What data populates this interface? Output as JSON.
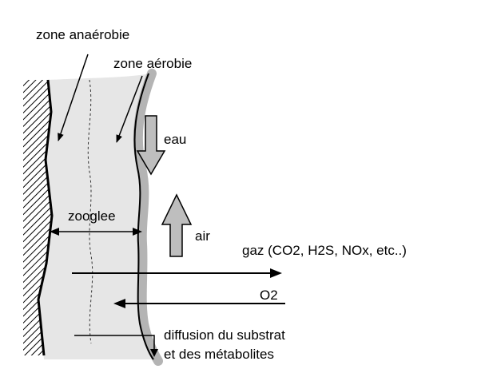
{
  "labels": {
    "anaerobic_zone": "zone anaérobie",
    "aerobic_zone": "zone aérobie",
    "water": "eau",
    "zoogloea": "zooglee",
    "air": "air",
    "gas": "gaz (CO2, H2S, NOx, etc..)",
    "oxygen": "O2",
    "diffusion_line1": "diffusion du substrat",
    "diffusion_line2": "et des métabolites"
  },
  "colors": {
    "biofilm_fill": "#e6e6e6",
    "water_film": "#b4b4b4",
    "flow_arrow_fill": "#bebebe",
    "ink": "#000000"
  }
}
